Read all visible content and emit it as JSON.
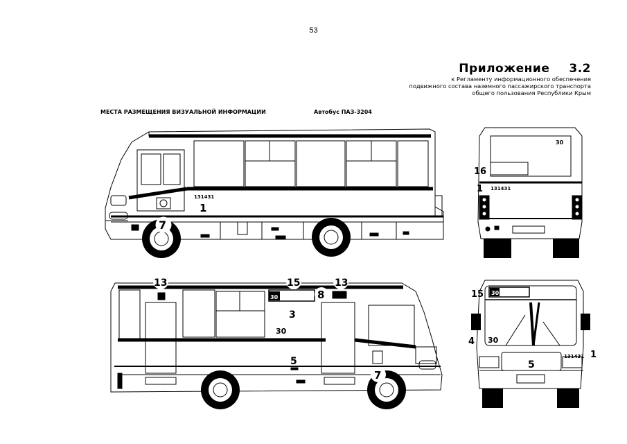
{
  "page_number": "53",
  "appendix": {
    "title_word": "Приложение",
    "title_number": "3.2",
    "subtitle_lines": [
      "к Регламенту информационного обеспечения",
      "подвижного состава наземного пассажирского транспорта",
      "общего пользования Республики Крым"
    ]
  },
  "section_title": "МЕСТА РАЗМЕЩЕНИЯ ВИЗУАЛЬНОЙ ИНФОРМАЦИИ",
  "bus_model": "Автобус ПАЗ-3204",
  "left_side": {
    "plate": "131431",
    "markers": {
      "m1": "1",
      "m7": "7"
    }
  },
  "rear": {
    "route": "30",
    "plate": "131431",
    "markers": {
      "m16": "16",
      "m1": "1"
    }
  },
  "right_side": {
    "route_badge": "30",
    "route_side": "30",
    "markers": {
      "m13a": "13",
      "m15": "15",
      "m8": "8",
      "m13b": "13",
      "m3": "3",
      "m5": "5",
      "m7": "7"
    }
  },
  "front": {
    "route_badge": "30",
    "route_side": "30",
    "plate": "131431",
    "markers": {
      "m15": "15",
      "m4": "4",
      "m5": "5",
      "m1": "1"
    }
  }
}
